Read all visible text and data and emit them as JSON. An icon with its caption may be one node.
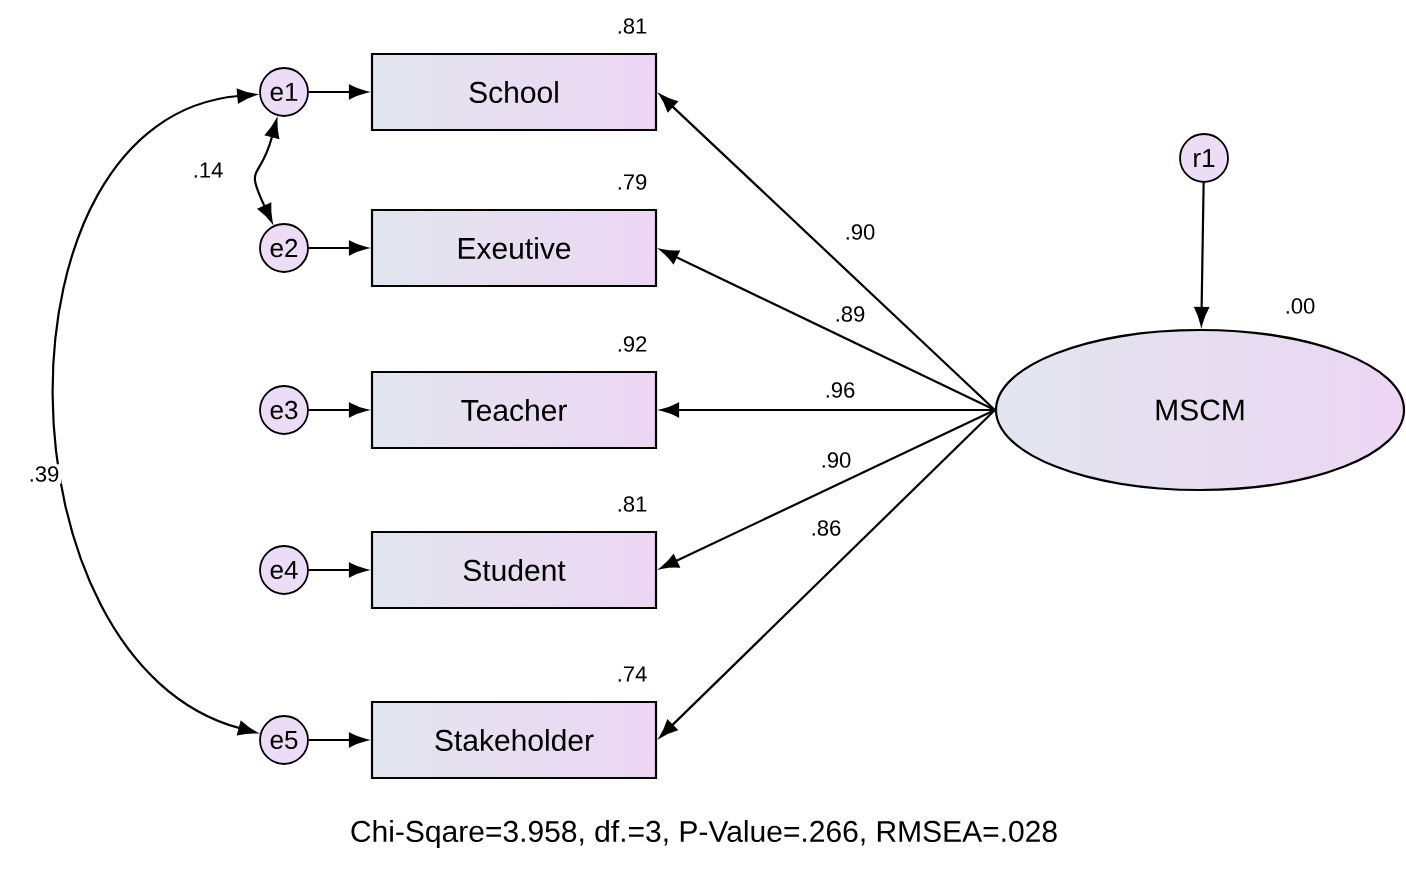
{
  "diagram": {
    "caption": "Chi-Sqare=3.958, df.=3, P-Value=.266, RMSEA=.028",
    "nodes": [
      {
        "text": [
          "e1"
        ]
      },
      {
        "text": [
          "e2"
        ]
      },
      {
        "text": [
          "e3"
        ]
      },
      {
        "text": [
          "e4"
        ]
      },
      {
        "text": [
          "e5"
        ]
      },
      {
        "text": [
          "School"
        ],
        "beside": [
          ".81"
        ]
      },
      {
        "text": [
          "Exeutive"
        ],
        "beside": [
          ".79"
        ]
      },
      {
        "text": [
          "Teacher"
        ],
        "beside": [
          ".92"
        ]
      },
      {
        "text": [
          "Student"
        ],
        "beside": [
          ".81"
        ]
      },
      {
        "text": [
          "Stakeholder"
        ],
        "beside": [
          ".74"
        ]
      },
      {
        "text": [
          "r1"
        ]
      },
      {
        "text": [
          "MSCM"
        ],
        "beside": [
          ".00"
        ]
      }
    ],
    "edges": [
      {
        "from": 0,
        "to": 5,
        "arrow": "to"
      },
      {
        "from": 1,
        "to": 6,
        "arrow": "to"
      },
      {
        "from": 2,
        "to": 7,
        "arrow": "to"
      },
      {
        "from": 3,
        "to": 8,
        "arrow": "to"
      },
      {
        "from": 4,
        "to": 9,
        "arrow": "to"
      },
      {
        "from": 11,
        "to": 5,
        "arrow": "to",
        "label": ".90"
      },
      {
        "from": 11,
        "to": 6,
        "arrow": "to",
        "label": ".89"
      },
      {
        "from": 11,
        "to": 7,
        "arrow": "to",
        "label": ".96"
      },
      {
        "from": 11,
        "to": 8,
        "arrow": "to",
        "label": ".90"
      },
      {
        "from": 11,
        "to": 9,
        "arrow": "to",
        "label": ".86"
      },
      {
        "from": 10,
        "to": 11,
        "arrow": "to"
      },
      {
        "from": 0,
        "to": 1,
        "arrow": "both",
        "label": ".14"
      },
      {
        "from": 0,
        "to": 4,
        "arrow": "both",
        "label": ".39"
      }
    ]
  }
}
